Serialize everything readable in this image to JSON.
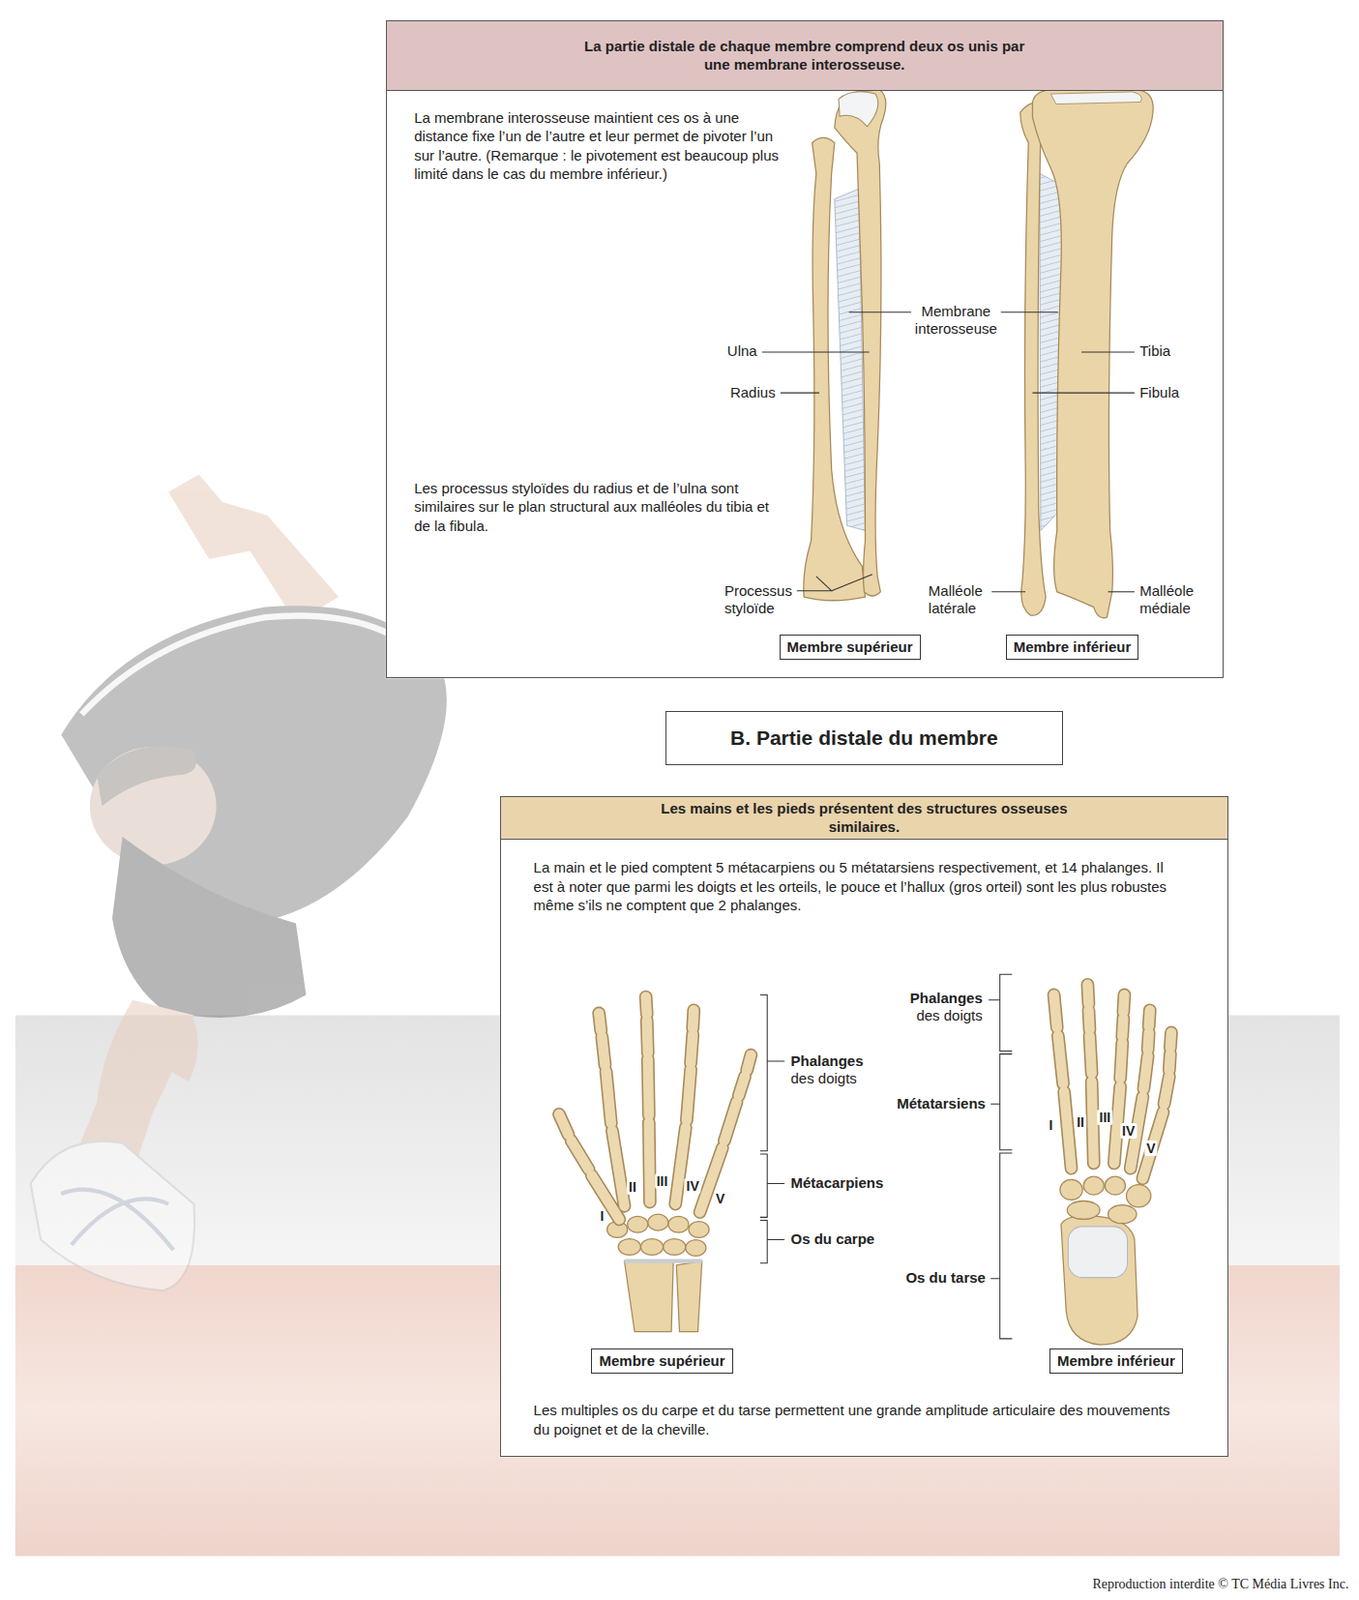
{
  "diagram": {
    "nodes": [
      {
        "text": [
          "La partie distale de chaque membre comprend deux os unis par une membrane interosseuse.",
          "La membrane interosseuse maintient ces os à une distance fixe l’un de l’autre et leur permet de pivoter l’un sur l’autre. (Remarque : le pivotement est beaucoup plus limité dans le cas du membre inférieur.)",
          "Les processus styloïdes du radius et de l’ulna sont similaires sur le plan structural aux malléoles du tibia et de la fibula."
        ]
      },
      {
        "text": [
          "Membre supérieur"
        ],
        "in": 0
      },
      {
        "text": [
          "Membre inférieur"
        ],
        "in": 0
      },
      {
        "text": [
          "B. Partie distale du membre"
        ]
      },
      {
        "text": [
          "Les mains et les pieds présentent des structures osseuses similaires.",
          "La main et le pied comptent 5 métacarpiens ou 5 métatarsiens respectivement, et 14 phalanges. Il est à noter que parmi les doigts et les orteils, le pouce et l’hallux (gros orteil) sont les plus robustes même s’ils ne comptent que 2 phalanges.",
          "Les multiples os du carpe et du tarse permettent une grande amplitude articulaire des mouvements du poignet et de la cheville."
        ]
      },
      {
        "text": [
          "Membre supérieur"
        ],
        "in": 4
      },
      {
        "text": [
          "Membre inférieur"
        ],
        "in": 4
      }
    ],
    "labels": [
      "Membrane interosseuse",
      "Ulna",
      "Radius",
      "Tibia",
      "Fibula",
      "Processus styloïde",
      "Malléole latérale",
      "Malléole médiale",
      "Phalanges des doigts",
      "Métacarpiens",
      "Os du carpe",
      "I",
      "II",
      "III",
      "IV",
      "V",
      "Phalanges des doigts",
      "Métatarsiens",
      "Os du tarse",
      "I",
      "II",
      "III",
      "IV",
      "V",
      "Reproduction interdite © TC Média Livres Inc."
    ]
  }
}
